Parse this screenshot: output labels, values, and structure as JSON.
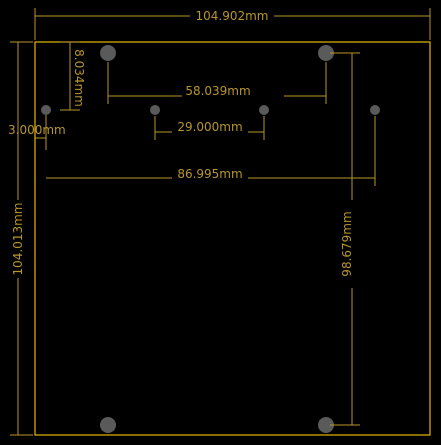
{
  "colors": {
    "background": "#000000",
    "outline": "#e6b800",
    "dimension": "#b8962a",
    "hole": "#5a5a5a"
  },
  "dimensions": {
    "board_width": "104.902mm",
    "board_height": "104.013mm",
    "top_hole_offset": "8.034mm",
    "edge_hole_offset": "3.000mm",
    "large_hole_spacing": "58.039mm",
    "inner_hole_spacing": "29.000mm",
    "outer_hole_spacing": "86.995mm",
    "vertical_hole_spacing": "98.679mm"
  }
}
